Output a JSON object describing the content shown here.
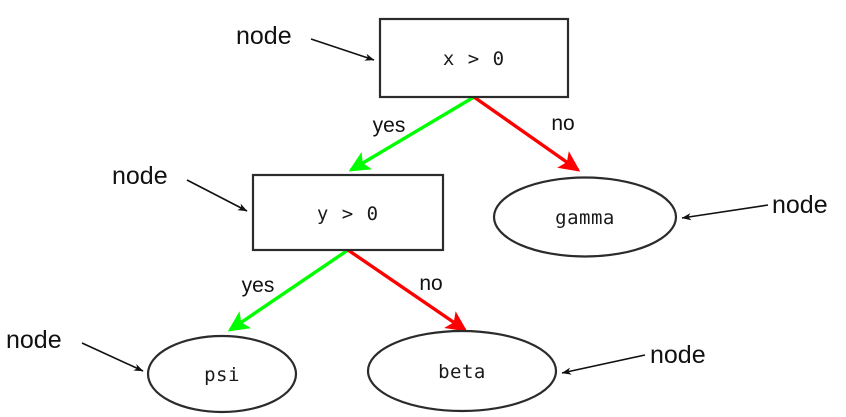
{
  "diagram": {
    "type": "decision-tree",
    "background": "#ffffff",
    "colors": {
      "yes_edge": "#00ff00",
      "no_edge": "#ff0000",
      "shape_stroke": "#2b2b2b",
      "annotation": "#111111",
      "text": "#1a1a1a"
    },
    "decision_nodes": [
      {
        "id": "root",
        "label": "x > 0",
        "shape": "rectangle"
      },
      {
        "id": "second",
        "label": "y > 0",
        "shape": "rectangle"
      }
    ],
    "leaf_nodes": [
      {
        "id": "gamma",
        "label": "gamma",
        "shape": "ellipse"
      },
      {
        "id": "psi",
        "label": "psi",
        "shape": "ellipse"
      },
      {
        "id": "beta",
        "label": "beta",
        "shape": "ellipse"
      }
    ],
    "edges": [
      {
        "id": "root-yes",
        "from": "root",
        "to": "second",
        "label": "yes",
        "color": "#00ff00"
      },
      {
        "id": "root-no",
        "from": "root",
        "to": "gamma",
        "label": "no",
        "color": "#ff0000"
      },
      {
        "id": "second-yes",
        "from": "second",
        "to": "psi",
        "label": "yes",
        "color": "#00ff00"
      },
      {
        "id": "second-no",
        "from": "second",
        "to": "beta",
        "label": "no",
        "color": "#ff0000"
      }
    ],
    "annotations": [
      {
        "id": "annot-root",
        "label": "node",
        "target": "root",
        "direction": "down-right"
      },
      {
        "id": "annot-second",
        "label": "node",
        "target": "second",
        "direction": "down-right"
      },
      {
        "id": "annot-gamma",
        "label": "node",
        "target": "gamma",
        "direction": "left"
      },
      {
        "id": "annot-psi",
        "label": "node",
        "target": "psi",
        "direction": "down-right"
      },
      {
        "id": "annot-beta",
        "label": "node",
        "target": "beta",
        "direction": "left"
      }
    ]
  }
}
